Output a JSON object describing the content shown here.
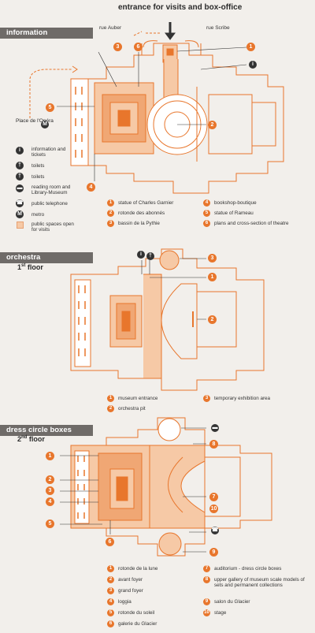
{
  "header": {
    "entrance": "entrance for visits and box-office"
  },
  "streets": {
    "auber": "rue Auber",
    "scribe": "rue Scribe"
  },
  "place_opera": "Place de l'Opéra",
  "sections": {
    "information": {
      "title": "information",
      "markers": [
        "1",
        "2",
        "3",
        "4",
        "5",
        "6"
      ],
      "icon_legend": [
        {
          "icon": "info-icon",
          "label": "information and tickets"
        },
        {
          "icon": "toilet-icon",
          "label": "toilets"
        },
        {
          "icon": "toilet-icon",
          "label": "toilets"
        },
        {
          "icon": "book-icon",
          "label": "reading room and Library-Museum"
        },
        {
          "icon": "telephone-icon",
          "label": "public telephone"
        },
        {
          "icon": "metro-icon",
          "label": "metro"
        },
        {
          "icon": "public-space-swatch",
          "label": "public spaces open for visits"
        }
      ],
      "legend": [
        {
          "num": "1",
          "label": "statue of Charles Garnier"
        },
        {
          "num": "2",
          "label": "rotonde des abonnés"
        },
        {
          "num": "3",
          "label": "bassin de la Pythie"
        },
        {
          "num": "4",
          "label": "bookshop-boutique"
        },
        {
          "num": "5",
          "label": "statue of Rameau"
        },
        {
          "num": "6",
          "label": "plans and cross-section of theatre"
        }
      ]
    },
    "orchestra": {
      "title": "orchestra",
      "floor": "1",
      "floor_sup": "st",
      "floor_word": "floor",
      "markers": [
        "3",
        "1",
        "2"
      ],
      "legend": [
        {
          "num": "1",
          "label": "museum entrance"
        },
        {
          "num": "2",
          "label": "orchestra pit"
        },
        {
          "num": "3",
          "label": "temporary exhibition area"
        }
      ]
    },
    "dress_circle": {
      "title": "dress circle boxes",
      "floor": "2",
      "floor_sup": "nd",
      "floor_word": "floor",
      "markers": [
        "1",
        "2",
        "3",
        "4",
        "5",
        "6",
        "7",
        "8",
        "9",
        "10"
      ],
      "legend": [
        {
          "num": "1",
          "label": "rotonde de la lune"
        },
        {
          "num": "2",
          "label": "avant foyer"
        },
        {
          "num": "3",
          "label": "grand foyer"
        },
        {
          "num": "4",
          "label": "loggia"
        },
        {
          "num": "5",
          "label": "rotonde du soleil"
        },
        {
          "num": "6",
          "label": "galerie du Glacier"
        },
        {
          "num": "7",
          "label": "auditorium - dress circle boxes"
        },
        {
          "num": "8",
          "label": "upper gallery of museum scale models of sets and permanent collections"
        },
        {
          "num": "9",
          "label": "salon du Glacier"
        },
        {
          "num": "10",
          "label": "stage"
        }
      ]
    }
  },
  "colors": {
    "accent": "#e8762c",
    "band": "#6f6b68",
    "public": "#f6c9a6",
    "line": "#e8762c"
  }
}
